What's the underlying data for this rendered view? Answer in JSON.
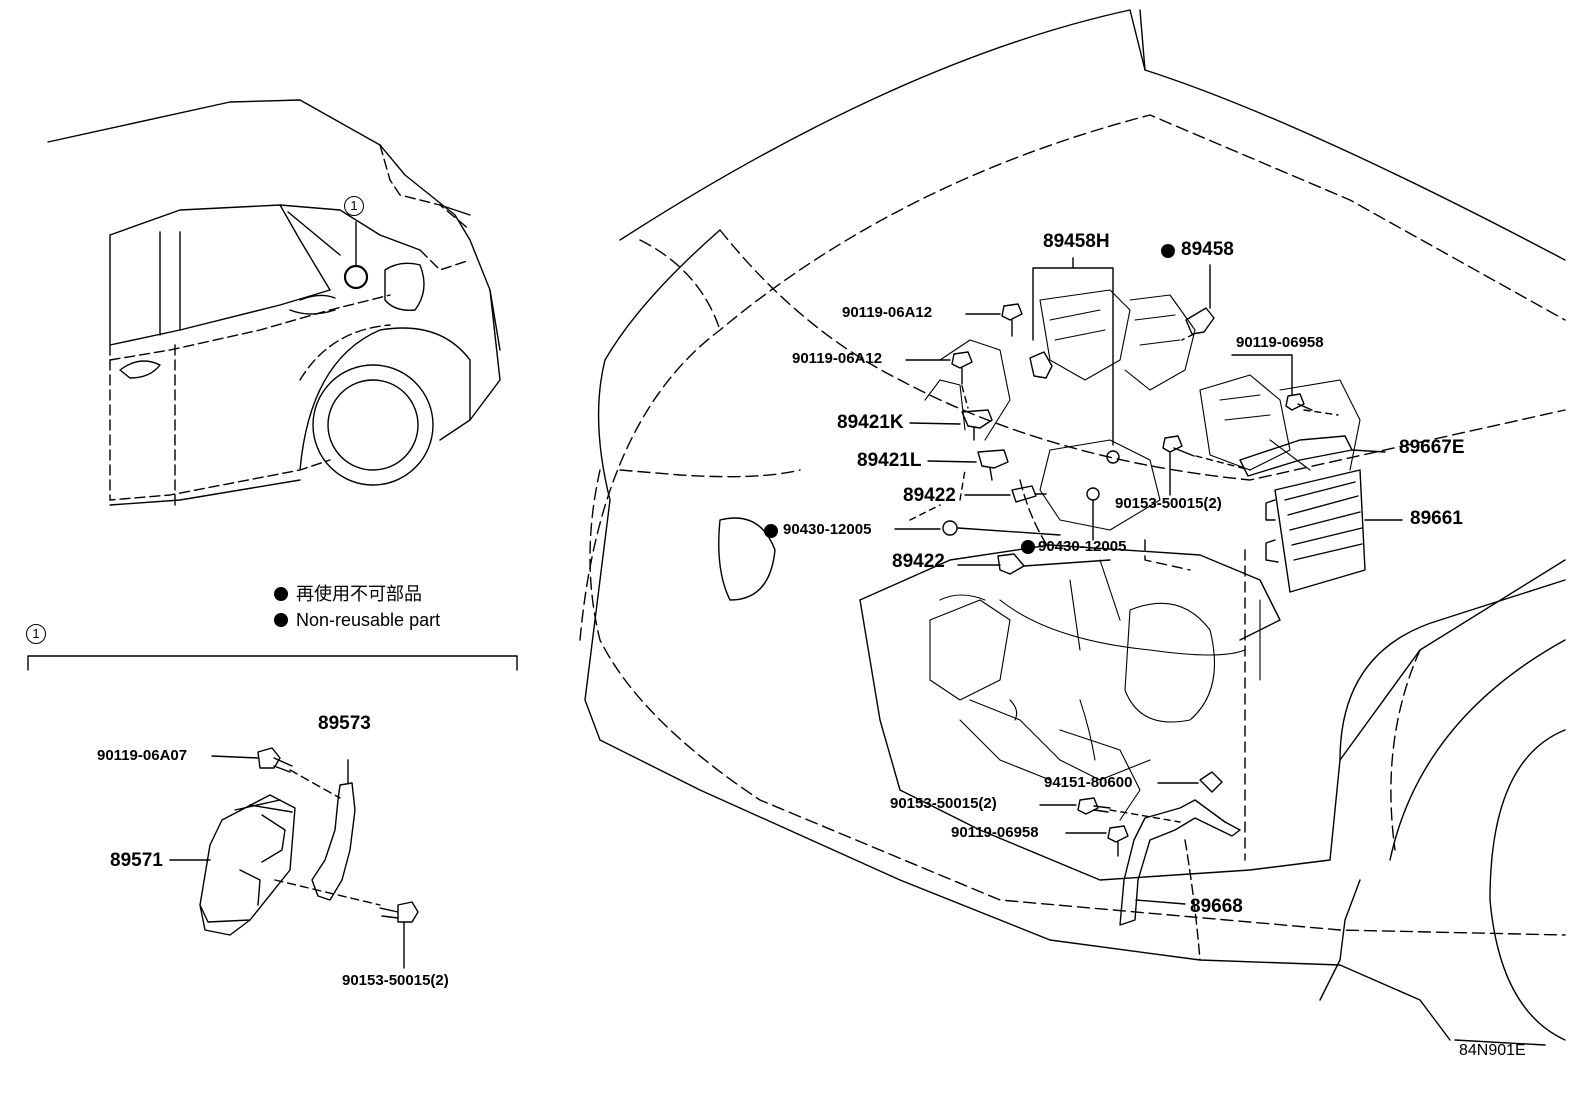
{
  "diagram": {
    "callout": "1",
    "legend": {
      "marker_color": "#000000",
      "lines": [
        "再使用不可部品",
        "Non-reusable part"
      ]
    },
    "parts": {
      "p89458H": "89458H",
      "p89458": "89458",
      "p90119_06A12_a": "90119-06A12",
      "p90119_06A12_b": "90119-06A12",
      "p90119_06958_a": "90119-06958",
      "p89421K": "89421K",
      "p89421L": "89421L",
      "p89667E": "89667E",
      "p89422_a": "89422",
      "p90153_50015_a": "90153-50015(2)",
      "p89661": "89661",
      "p90430_12005_a": "90430-12005",
      "p90430_12005_b": "90430-12005",
      "p89422_b": "89422",
      "p94151_80600": "94151-80600",
      "p90153_50015_b": "90153-50015(2)",
      "p90119_06958_b": "90119-06958",
      "p89668": "89668",
      "p89573": "89573",
      "p90119_06A07": "90119-06A07",
      "p89571": "89571",
      "p90153_50015_c": "90153-50015(2)"
    },
    "figure_code": "84N901E"
  }
}
